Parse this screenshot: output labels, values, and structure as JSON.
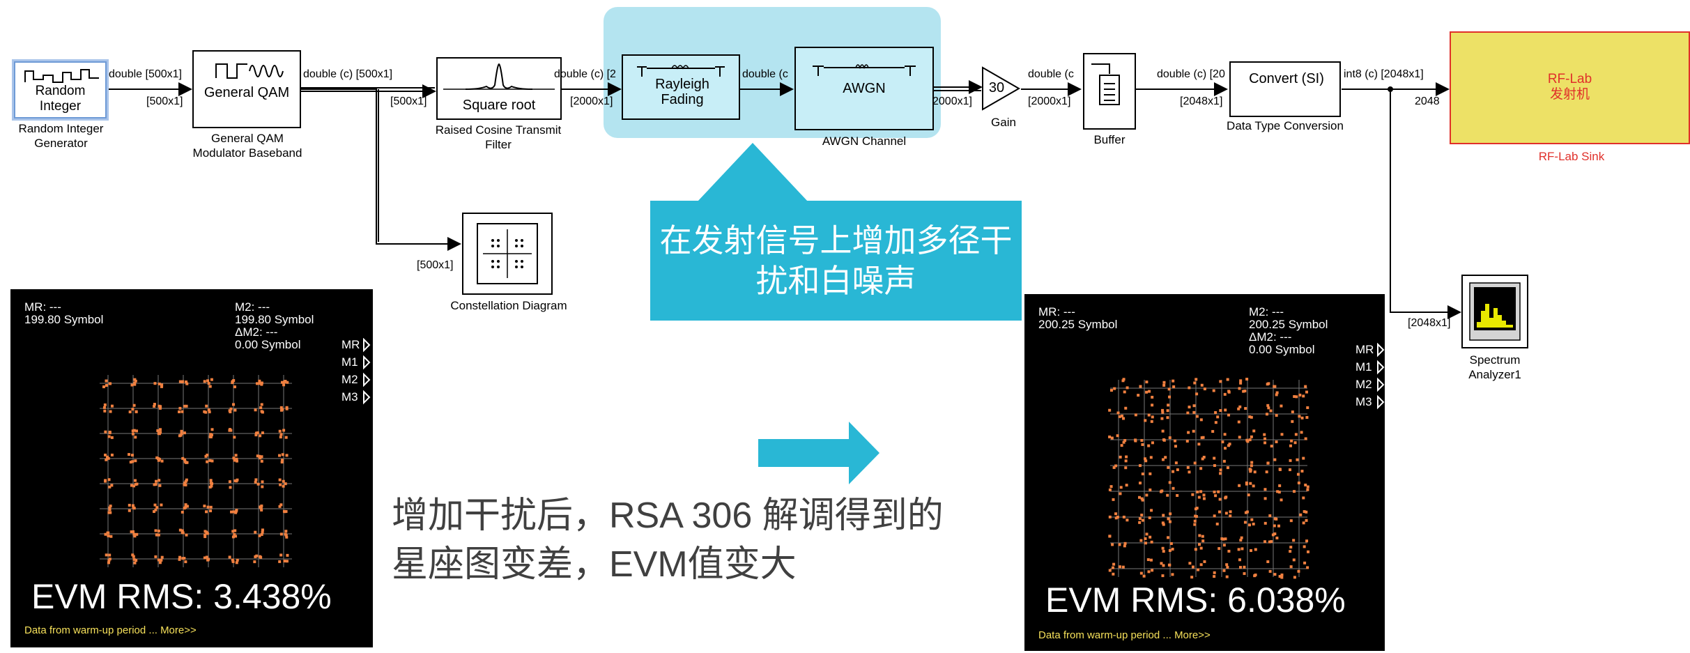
{
  "colors": {
    "accent_cyan": "#29b7d5",
    "highlight_bg": "#b4e4f0",
    "rf_block": "#ede166",
    "rf_border": "#e0302a",
    "constellation_point": "#f08040"
  },
  "blocks": {
    "random_integer": {
      "text": "Random Integer",
      "caption": "Random Integer Generator"
    },
    "qam": {
      "text": "General QAM",
      "caption": "General QAM Modulator Baseband"
    },
    "rcos": {
      "text": "Square root",
      "caption": "Raised Cosine Transmit Filter"
    },
    "rayleigh": {
      "text": "Rayleigh Fading"
    },
    "awgn": {
      "text": "AWGN",
      "caption": "AWGN Channel"
    },
    "gain": {
      "text": "30",
      "caption": "Gain"
    },
    "buffer": {
      "caption": "Buffer"
    },
    "convert": {
      "text": "Convert (SI)",
      "caption": "Data Type Conversion"
    },
    "rflab": {
      "line1": "RF-Lab",
      "line2": "发射机",
      "caption": "RF-Lab Sink"
    },
    "constellation": {
      "caption": "Constellation Diagram"
    },
    "spectrum": {
      "caption": "Spectrum Analyzer1"
    }
  },
  "signals": {
    "s1_top": "double [500x1]",
    "s1_bot": "[500x1]",
    "s2_top": "double (c) [500x1]",
    "s2_bot": "[500x1]",
    "s3_top": "double (c) [2",
    "s3_bot": "[2000x1]",
    "s4_top": "double (c",
    "s5_bot": "2000x1]",
    "s6_top": "double (c",
    "s6_bot": "[2000x1]",
    "s7_top": "double (c) [20",
    "s7_bot": "[2048x1]",
    "s8_top": "int8 (c) [2048x1]",
    "s8_bot": "2048",
    "s9": "[500x1]",
    "s10": "[2048x1]"
  },
  "callout": {
    "text": "在发射信号上增加多径干扰和白噪声"
  },
  "caption_text": {
    "line1": "增加干扰后，RSA 306 解调得到的",
    "line2": "星座图变差，EVM值变大"
  },
  "scope_left": {
    "mr": "MR: ---",
    "mr_pos": "199.80 Symbol",
    "m2": "M2: ---",
    "m2_pos": "199.80 Symbol",
    "dm2": "ΔM2: ---",
    "dm2_pos": "0.00 Symbol",
    "markers": [
      "MR",
      "M1",
      "M2",
      "M3"
    ],
    "evm": "EVM RMS: 3.438%",
    "warmup": "Data from warm-up period ... More>>"
  },
  "scope_right": {
    "mr": "MR: ---",
    "mr_pos": "200.25 Symbol",
    "m2": "M2: ---",
    "m2_pos": "200.25 Symbol",
    "dm2": "ΔM2: ---",
    "dm2_pos": "0.00 Symbol",
    "markers": [
      "MR",
      "M1",
      "M2",
      "M3"
    ],
    "evm": "EVM RMS: 6.038%",
    "warmup": "Data from warm-up period ... More>>"
  }
}
